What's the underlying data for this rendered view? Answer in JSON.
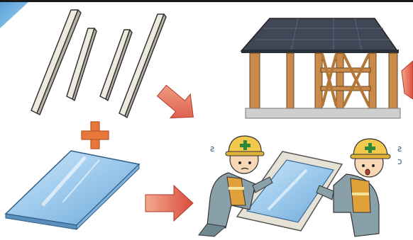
{
  "illustration": {
    "components": [
      "window-frame-parts",
      "glass-pane"
    ],
    "result": "window-installation-into-house-frame",
    "icons": [
      "plus-icon",
      "arrow-right-icon",
      "arrow-down-right-icon",
      "helmet-cross-icon"
    ],
    "colors": {
      "glass": "#9cc9ec",
      "frame": "#e6e2d6",
      "arrow": "#e46a4f",
      "plus": "#e8773b",
      "helmet": "#f2c94c",
      "roof": "#3f4756",
      "timber": "#c98a4a",
      "worker_suit": "#8aa0a8",
      "vest": "#e0a13a"
    }
  }
}
